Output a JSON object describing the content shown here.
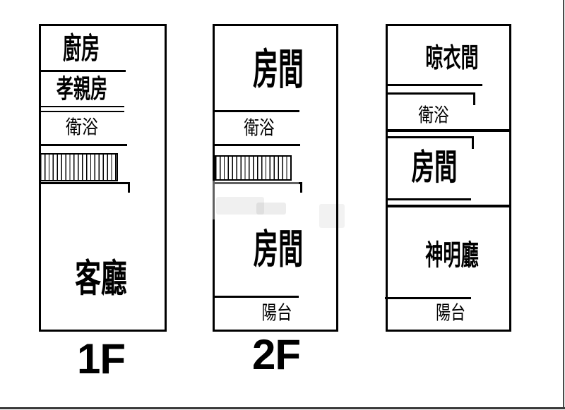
{
  "page": {
    "background": "#ffffff",
    "line_color": "#000000",
    "watermark_color": "#b5b5b5"
  },
  "floors": [
    {
      "id": "floor-1",
      "label": "1F",
      "rooms": {
        "kitchen": "廚房",
        "parents_room": "孝親房",
        "bathroom": "衛浴",
        "living_room": "客廳"
      }
    },
    {
      "id": "floor-2",
      "label": "2F",
      "rooms": {
        "room_upper": "房間",
        "bathroom": "衛浴",
        "room_lower": "房間",
        "balcony": "陽台"
      }
    },
    {
      "id": "floor-3",
      "label": "",
      "rooms": {
        "laundry_room": "晾衣間",
        "bathroom": "衛浴",
        "room": "房間",
        "shrine_hall": "神明廳",
        "balcony": "陽台"
      }
    }
  ]
}
